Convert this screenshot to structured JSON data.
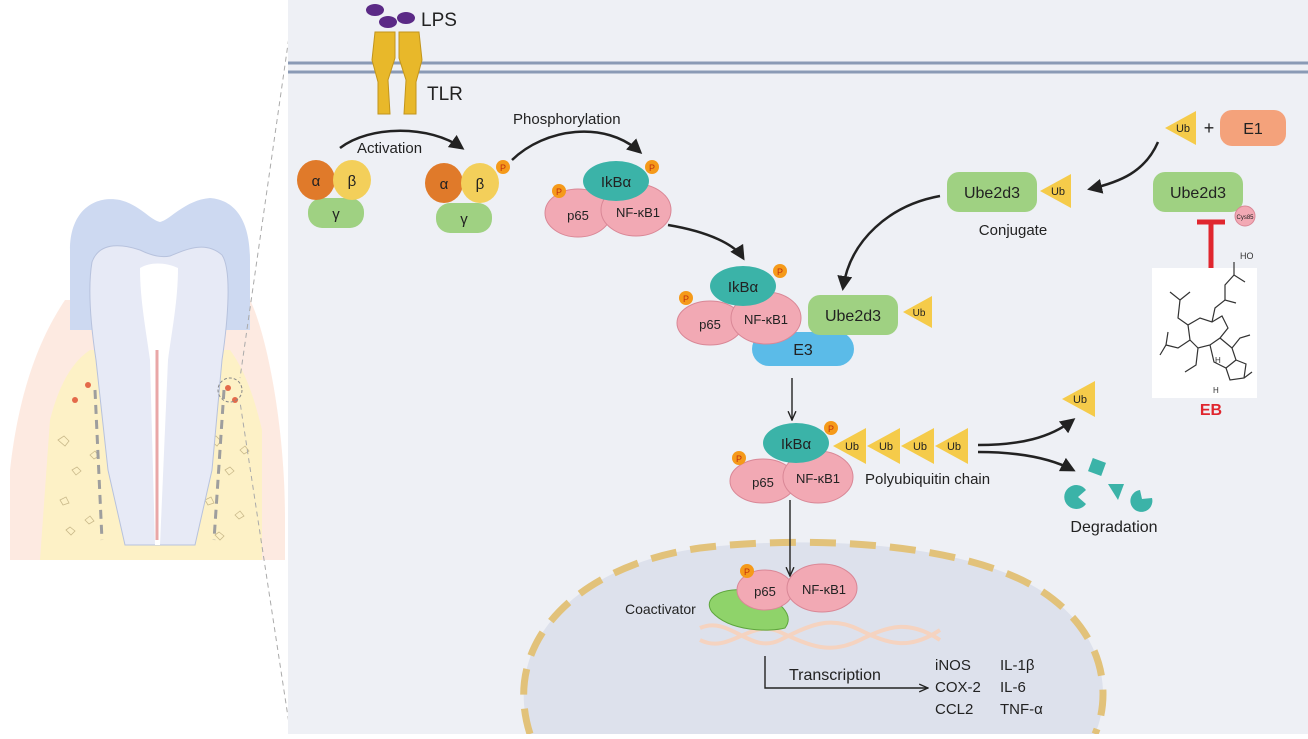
{
  "labels": {
    "lps": "LPS",
    "tlr": "TLR",
    "activation": "Activation",
    "phosphorylation": "Phosphorylation",
    "conjugate": "Conjugate",
    "polyubiquitin_chain": "Polyubiquitin chain",
    "degradation": "Degradation",
    "coactivator": "Coactivator",
    "transcription": "Transcription",
    "eb": "EB"
  },
  "proteins": {
    "alpha": "α",
    "beta": "β",
    "gamma": "γ",
    "ikba": "IkBα",
    "p65": "p65",
    "nfkb1": "NF-κB1",
    "ube2d3": "Ube2d3",
    "e3": "E3",
    "e1": "E1",
    "ub": "Ub",
    "phospho": "P",
    "plus": "+",
    "cys85": "Cys85"
  },
  "genes": {
    "col1": [
      "iNOS",
      "COX-2",
      "CCL2"
    ],
    "col2": [
      "IL-1β",
      "IL-6",
      "TNF-α"
    ]
  },
  "molecule_labels": {
    "ho": "HO",
    "h1": "H",
    "h2": "H"
  },
  "colors": {
    "panel_bg": "#eef0f5",
    "membrane": "#8a9ab5",
    "tlr": "#e8b82a",
    "lps": "#5b2a86",
    "ikk_alpha": "#e07a2a",
    "ikk_beta": "#f3cf5a",
    "ikk_gamma": "#9fd182",
    "ikba": "#3bb3a8",
    "p65": "#f2a9b4",
    "ube2d3": "#9fd182",
    "e3": "#5bbbe8",
    "e1": "#f4a27b",
    "ub": "#f5cb4a",
    "phospho": "#f59a1a",
    "eb": "#e0262e",
    "degradation": "#3bb3a8"
  }
}
